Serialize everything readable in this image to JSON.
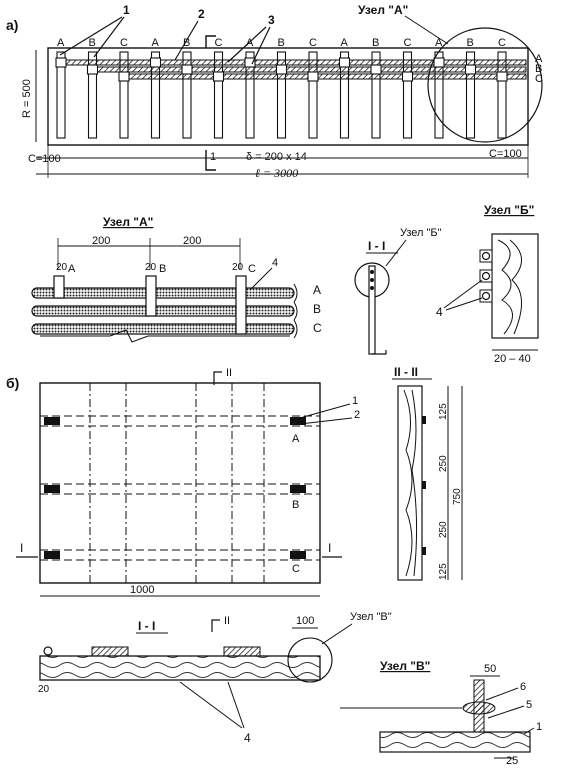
{
  "part_a": {
    "marker": "а)",
    "phase_letters": [
      "A",
      "B",
      "C",
      "A",
      "B",
      "C",
      "A",
      "B",
      "C",
      "A",
      "B",
      "C",
      "A",
      "B",
      "C"
    ],
    "callouts": [
      "1",
      "2",
      "3"
    ],
    "node_label": "Узел \"А\"",
    "side_letters": [
      "A",
      "B",
      "C"
    ],
    "radius_label": "R = 500",
    "left_margin": "C=100",
    "right_margin": "C=100",
    "step_label": "δ = 200 x 14",
    "length_label": "ℓ = 3000",
    "section_mark": "1"
  },
  "detail_a": {
    "title": "Узел \"А\"",
    "dim1": "200",
    "dim2": "200",
    "small_dims": [
      "20",
      "20",
      "20"
    ],
    "letters": [
      "A",
      "B",
      "C"
    ],
    "right_letters": [
      "A",
      "B",
      "C"
    ],
    "callout": "4"
  },
  "section_1": {
    "title": "I - I",
    "node_ref": "Узел \"Б\""
  },
  "detail_b": {
    "title": "Узел \"Б\"",
    "callout": "4",
    "width": "20 – 40"
  },
  "part_b": {
    "marker": "б)",
    "section_top": "II",
    "callouts": [
      "1",
      "2"
    ],
    "letters": [
      "A",
      "B",
      "C"
    ],
    "side_mark_left": "I",
    "side_mark_right": "I",
    "width": "1000"
  },
  "section_2": {
    "title": "II - II",
    "dims": [
      "125",
      "250",
      "250",
      "125"
    ],
    "total": "750"
  },
  "section_1b": {
    "title": "I - I",
    "section_mark": "II",
    "dim": "100",
    "node_ref": "Узел \"В\"",
    "edge_dim": "20",
    "callout": "4"
  },
  "detail_v": {
    "title": "Узел \"В\"",
    "dim": "50",
    "callouts": [
      "6",
      "5",
      "1"
    ],
    "bottom_dim": "25"
  }
}
